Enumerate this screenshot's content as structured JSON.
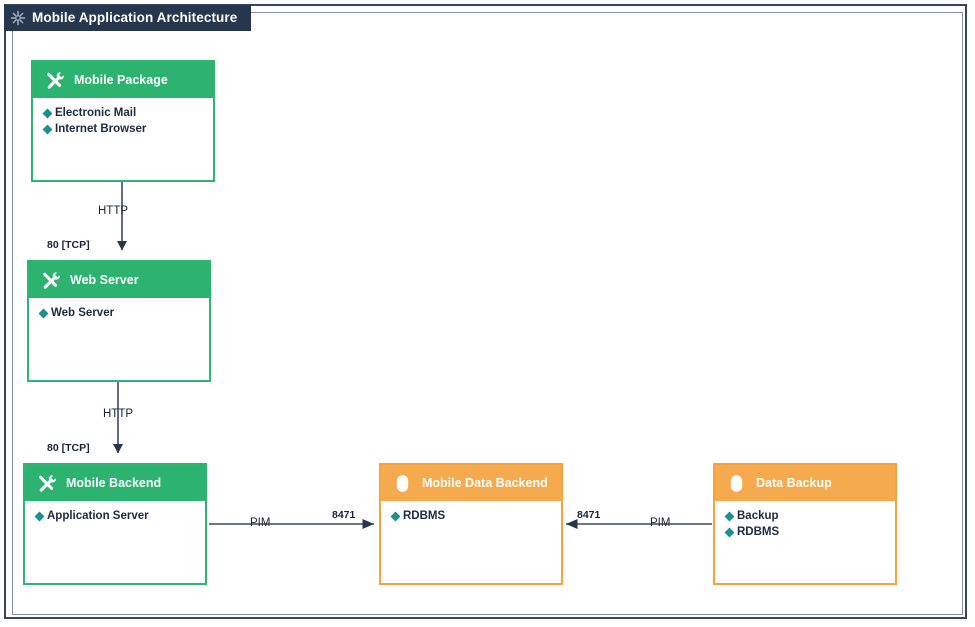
{
  "window": {
    "title": "Mobile Application Architecture",
    "icon": "asterisk-icon",
    "frame_color": "#35465e",
    "titlebar_color": "#26374d"
  },
  "colors": {
    "green": "#2bb36f",
    "green_border": "#2fb573",
    "orange": "#f5aa4d",
    "orange_border": "#f5a33c",
    "bullet_teal": "#1d8f92",
    "text_dark": "#1c2b3f",
    "connector": "#3b4a60"
  },
  "nodes": [
    {
      "id": "mobile-package",
      "title": "Mobile Package",
      "style": "green",
      "icon": "tools-icon",
      "items": [
        "Electronic Mail",
        "Internet Browser"
      ]
    },
    {
      "id": "web-server",
      "title": "Web Server",
      "style": "green",
      "icon": "tools-icon",
      "items": [
        "Web Server"
      ]
    },
    {
      "id": "mobile-backend",
      "title": "Mobile Backend",
      "style": "green",
      "icon": "tools-icon",
      "items": [
        "Application Server"
      ]
    },
    {
      "id": "mobile-data-backend",
      "title": "Mobile Data Backend",
      "style": "orange",
      "icon": "database-icon",
      "items": [
        "RDBMS"
      ]
    },
    {
      "id": "data-backup",
      "title": "Data Backup",
      "style": "orange",
      "icon": "database-icon",
      "items": [
        "Backup",
        "RDBMS"
      ]
    }
  ],
  "edges": [
    {
      "id": "mobile-package-to-web-server",
      "from": "mobile-package",
      "to": "web-server",
      "protocol": "HTTP",
      "port": "80 [TCP]",
      "direction": "down"
    },
    {
      "id": "web-server-to-mobile-backend",
      "from": "web-server",
      "to": "mobile-backend",
      "protocol": "HTTP",
      "port": "80 [TCP]",
      "direction": "down"
    },
    {
      "id": "mobile-backend-to-mobile-data-backend",
      "from": "mobile-backend",
      "to": "mobile-data-backend",
      "protocol": "PIM",
      "port": "8471",
      "direction": "right"
    },
    {
      "id": "data-backup-to-mobile-data-backend",
      "from": "data-backup",
      "to": "mobile-data-backend",
      "protocol": "PIM",
      "port": "8471",
      "direction": "left"
    }
  ]
}
